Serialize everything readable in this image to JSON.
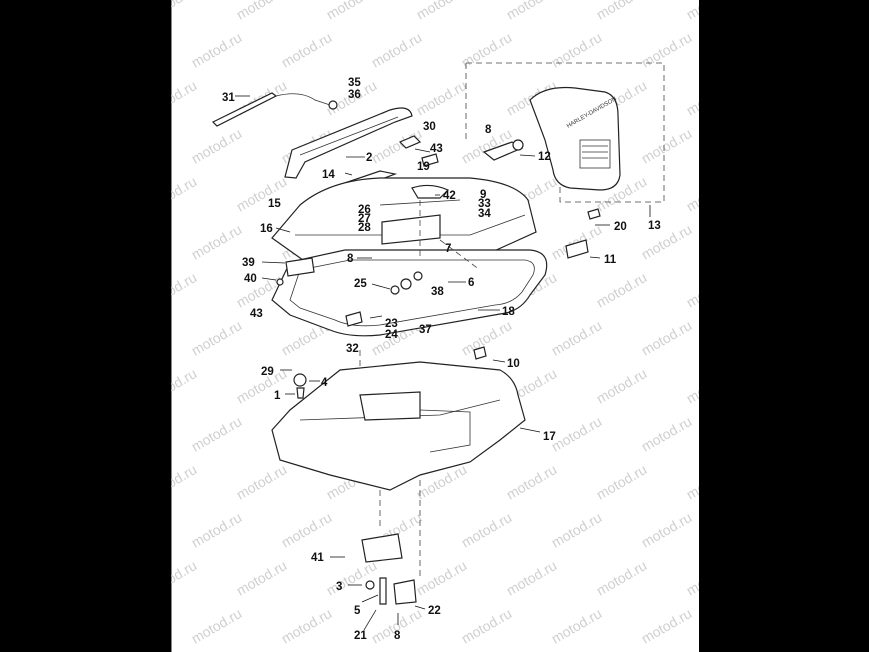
{
  "watermark": "motod.ru",
  "callouts": [
    {
      "id": "c31",
      "text": "31"
    },
    {
      "id": "c35",
      "text": "35"
    },
    {
      "id": "c36",
      "text": "36"
    },
    {
      "id": "c30",
      "text": "30"
    },
    {
      "id": "c8a",
      "text": "8"
    },
    {
      "id": "c2",
      "text": "2"
    },
    {
      "id": "c43a",
      "text": "43"
    },
    {
      "id": "c19",
      "text": "19"
    },
    {
      "id": "c12",
      "text": "12"
    },
    {
      "id": "c14",
      "text": "14"
    },
    {
      "id": "c42",
      "text": "42"
    },
    {
      "id": "c9",
      "text": "9"
    },
    {
      "id": "c33",
      "text": "33"
    },
    {
      "id": "c34",
      "text": "34"
    },
    {
      "id": "c15",
      "text": "15"
    },
    {
      "id": "c26",
      "text": "26"
    },
    {
      "id": "c27",
      "text": "27"
    },
    {
      "id": "c28",
      "text": "28"
    },
    {
      "id": "c20",
      "text": "20"
    },
    {
      "id": "c13",
      "text": "13"
    },
    {
      "id": "c16",
      "text": "16"
    },
    {
      "id": "c7",
      "text": "7"
    },
    {
      "id": "c39",
      "text": "39"
    },
    {
      "id": "c8b",
      "text": "8"
    },
    {
      "id": "c11",
      "text": "11"
    },
    {
      "id": "c40",
      "text": "40"
    },
    {
      "id": "c25",
      "text": "25"
    },
    {
      "id": "c38",
      "text": "38"
    },
    {
      "id": "c6",
      "text": "6"
    },
    {
      "id": "c43b",
      "text": "43"
    },
    {
      "id": "c18",
      "text": "18"
    },
    {
      "id": "c23",
      "text": "23"
    },
    {
      "id": "c24",
      "text": "24"
    },
    {
      "id": "c37",
      "text": "37"
    },
    {
      "id": "c32",
      "text": "32"
    },
    {
      "id": "c10",
      "text": "10"
    },
    {
      "id": "c29",
      "text": "29"
    },
    {
      "id": "c4",
      "text": "4"
    },
    {
      "id": "c1",
      "text": "1"
    },
    {
      "id": "c17",
      "text": "17"
    },
    {
      "id": "c41",
      "text": "41"
    },
    {
      "id": "c3",
      "text": "3"
    },
    {
      "id": "c5",
      "text": "5"
    },
    {
      "id": "c22",
      "text": "22"
    },
    {
      "id": "c21",
      "text": "21"
    },
    {
      "id": "c8c",
      "text": "8"
    }
  ],
  "backrest_logo": "HARLEY-DAVIDSON"
}
